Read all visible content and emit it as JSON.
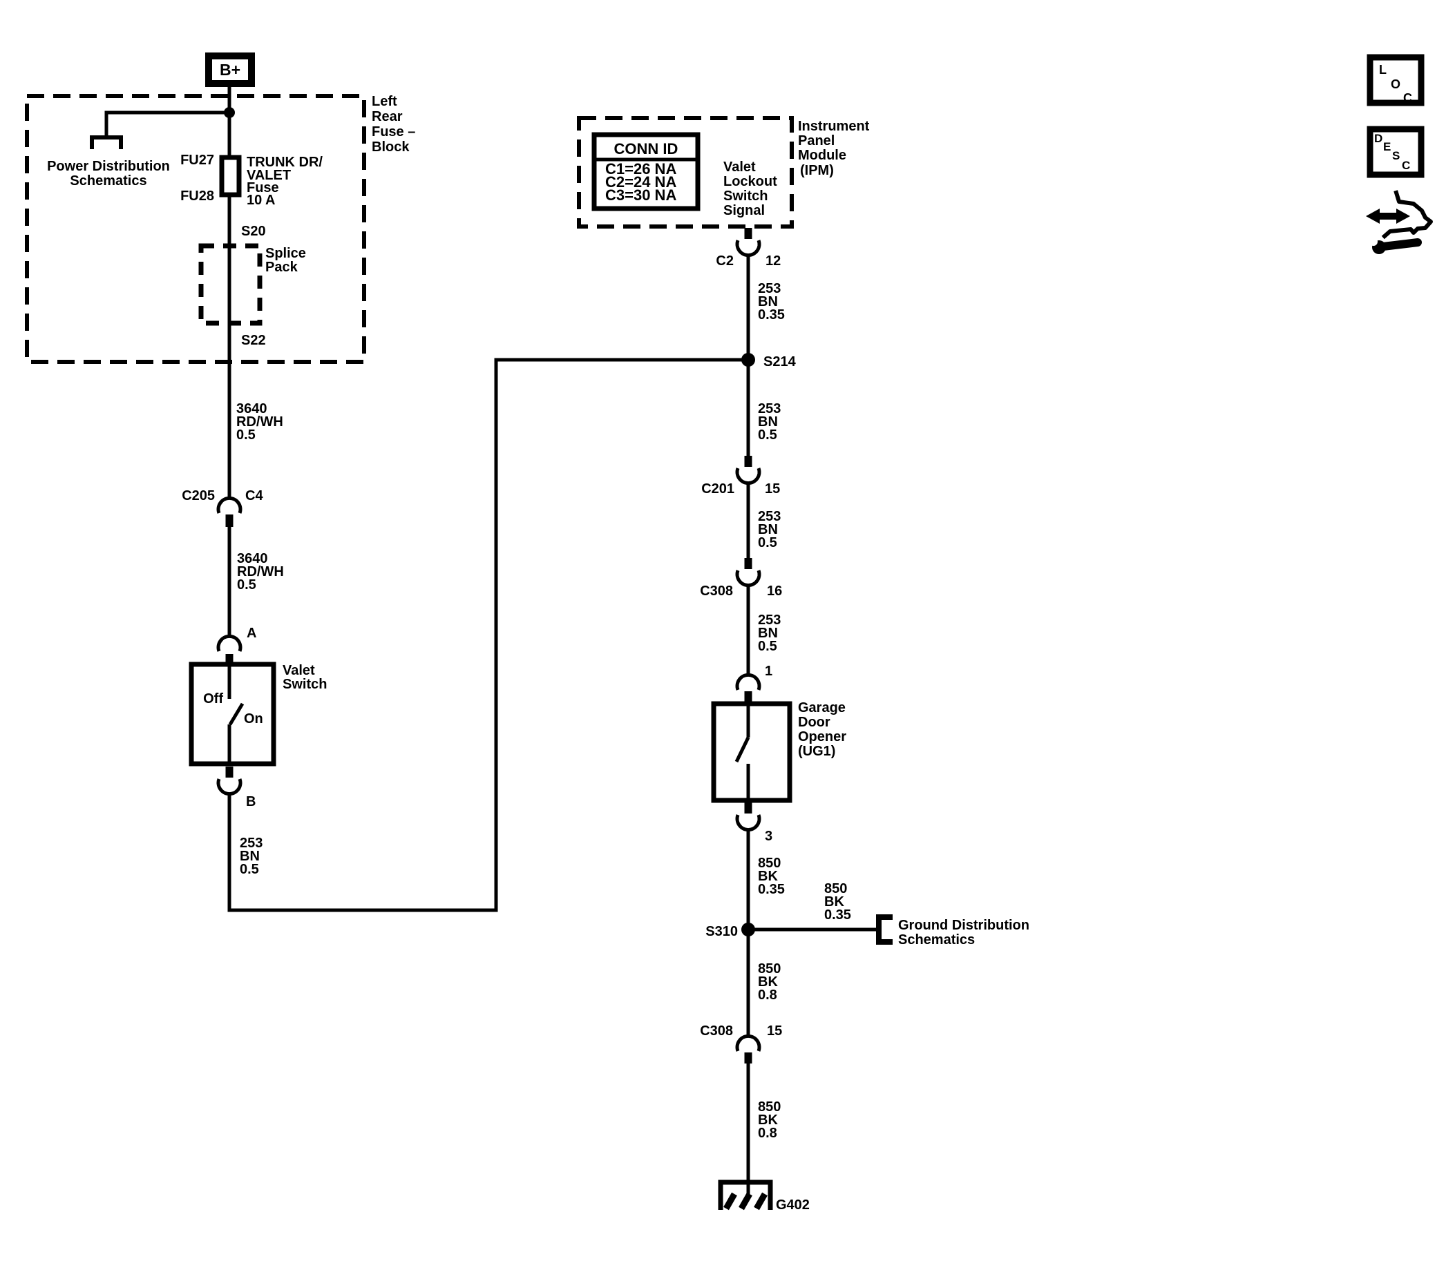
{
  "window": {
    "bg": "#ffffff",
    "ink": "#000000"
  },
  "toolbar": {
    "loc": [
      "L",
      "O",
      "C"
    ],
    "desc": [
      "D",
      "E",
      "S",
      "C"
    ],
    "tools_icon": "double-arrow-wrench"
  },
  "fuse_block": {
    "title": [
      "Left",
      "Rear",
      "Fuse –",
      "Block"
    ],
    "b_plus": "B+",
    "power_dist": [
      "Power Distribution",
      "Schematics"
    ],
    "fuse_id_top": "FU27",
    "fuse_id_bottom": "FU28",
    "fuse_name": [
      "TRUNK DR/",
      "VALET",
      "Fuse",
      "10 A"
    ],
    "s20": "S20",
    "splice_pack": [
      "Splice",
      "Pack"
    ],
    "s22": "S22"
  },
  "left_circuit": {
    "wire_a": [
      "3640",
      "RD/WH",
      "0.5"
    ],
    "c205": "C205",
    "c4": "C4",
    "wire_b": [
      "3640",
      "RD/WH",
      "0.5"
    ],
    "pin_a": "A",
    "valet_switch": [
      "Valet",
      "Switch"
    ],
    "off": "Off",
    "on": "On",
    "pin_b": "B",
    "wire_c": [
      "253",
      "BN",
      "0.5"
    ]
  },
  "ipm": {
    "title": [
      "Instrument",
      "Panel",
      "Module",
      "(IPM)"
    ],
    "conn_id_header": "CONN ID",
    "conn_id_rows": [
      "C1=26 NA",
      "C2=24 NA",
      "C3=30 NA"
    ],
    "signal": [
      "Valet",
      "Lockout",
      "Switch",
      "Signal"
    ],
    "c2": "C2",
    "pin_12": "12"
  },
  "center_circuit": {
    "wire_a": [
      "253",
      "BN",
      "0.35"
    ],
    "s214": "S214",
    "wire_b": [
      "253",
      "BN",
      "0.5"
    ],
    "c201": "C201",
    "pin_15": "15",
    "wire_c": [
      "253",
      "BN",
      "0.5"
    ],
    "c308": "C308",
    "pin_16": "16",
    "wire_d": [
      "253",
      "BN",
      "0.5"
    ],
    "pin_1": "1",
    "gdo": [
      "Garage",
      "Door",
      "Opener",
      "(UG1)"
    ],
    "pin_3": "3",
    "wire_e": [
      "850",
      "BK",
      "0.35"
    ],
    "s310": "S310",
    "wire_branch": [
      "850",
      "BK",
      "0.35"
    ],
    "ground_ref": [
      "Ground Distribution",
      "Schematics"
    ],
    "wire_f": [
      "850",
      "BK",
      "0.8"
    ],
    "c308_lower": "C308",
    "pin_15_lower": "15",
    "wire_g": [
      "850",
      "BK",
      "0.8"
    ],
    "g402": "G402"
  }
}
